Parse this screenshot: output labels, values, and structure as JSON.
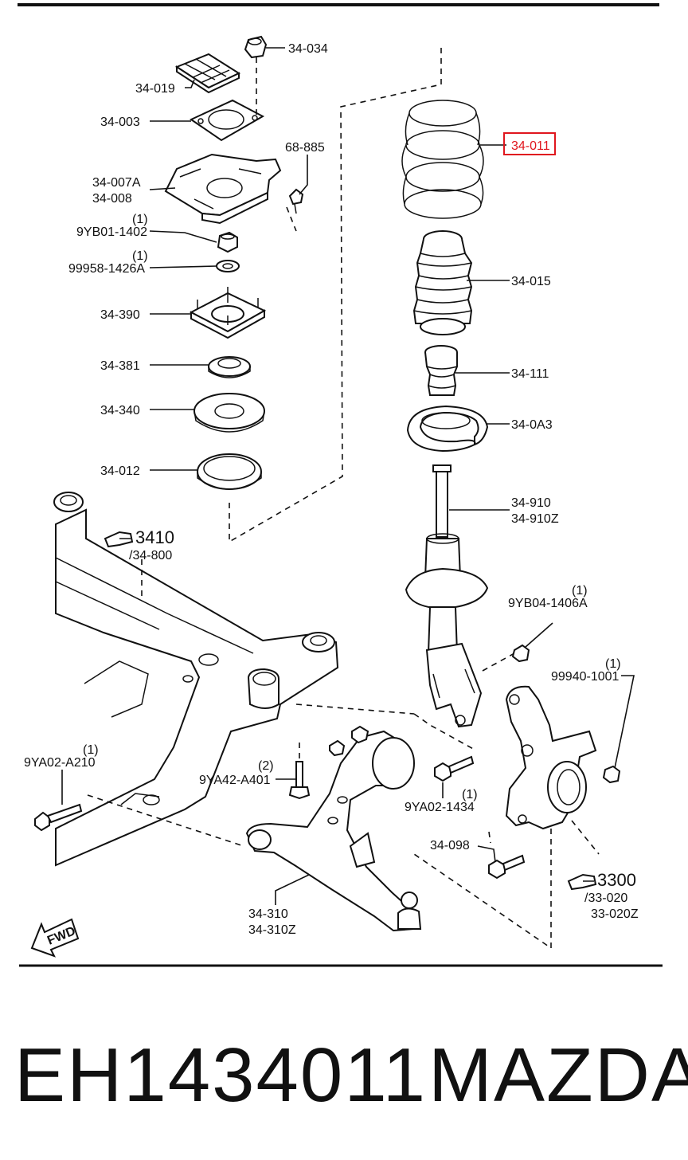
{
  "diagram": {
    "labels": {
      "p34_034": "34-034",
      "p34_019": "34-019",
      "p34_003": "34-003",
      "p68_885": "68-885",
      "p34_007A": "34-007A",
      "p34_008": "34-008",
      "q1_a": "(1)",
      "p9YB01_1402": "9YB01-1402",
      "q1_b": "(1)",
      "p99958_1426A": "99958-1426A",
      "p34_390": "34-390",
      "p34_381": "34-381",
      "p34_340": "34-340",
      "p34_012": "34-012",
      "p34_011": "34-011",
      "p34_015": "34-015",
      "p34_111": "34-111",
      "p34_0A3": "34-0A3",
      "p34_910": "34-910",
      "p34_910Z": "34-910Z",
      "q1_c": "(1)",
      "p9YB04_1406A": "9YB04-1406A",
      "q1_d": "(1)",
      "p99940_1001": "99940-1001",
      "ref3410": "3410",
      "p34_800": "/34-800",
      "q1_e": "(1)",
      "p9YA02_A210": "9YA02-A210",
      "q2": "(2)",
      "p9YA42_A401": "9YA42-A401",
      "q1_f": "(1)",
      "p9YA02_1434": "9YA02-1434",
      "p34_098": "34-098",
      "ref3300": "3300",
      "p33_020": "/33-020",
      "p33_020Z": "33-020Z",
      "p34_310": "34-310",
      "p34_310Z": "34-310Z",
      "fwd": "FWD"
    },
    "highlight_color": "#e0161e",
    "line_color": "#111111"
  },
  "footer": {
    "part_number": "EH1434011",
    "brand": "MAZDA"
  }
}
